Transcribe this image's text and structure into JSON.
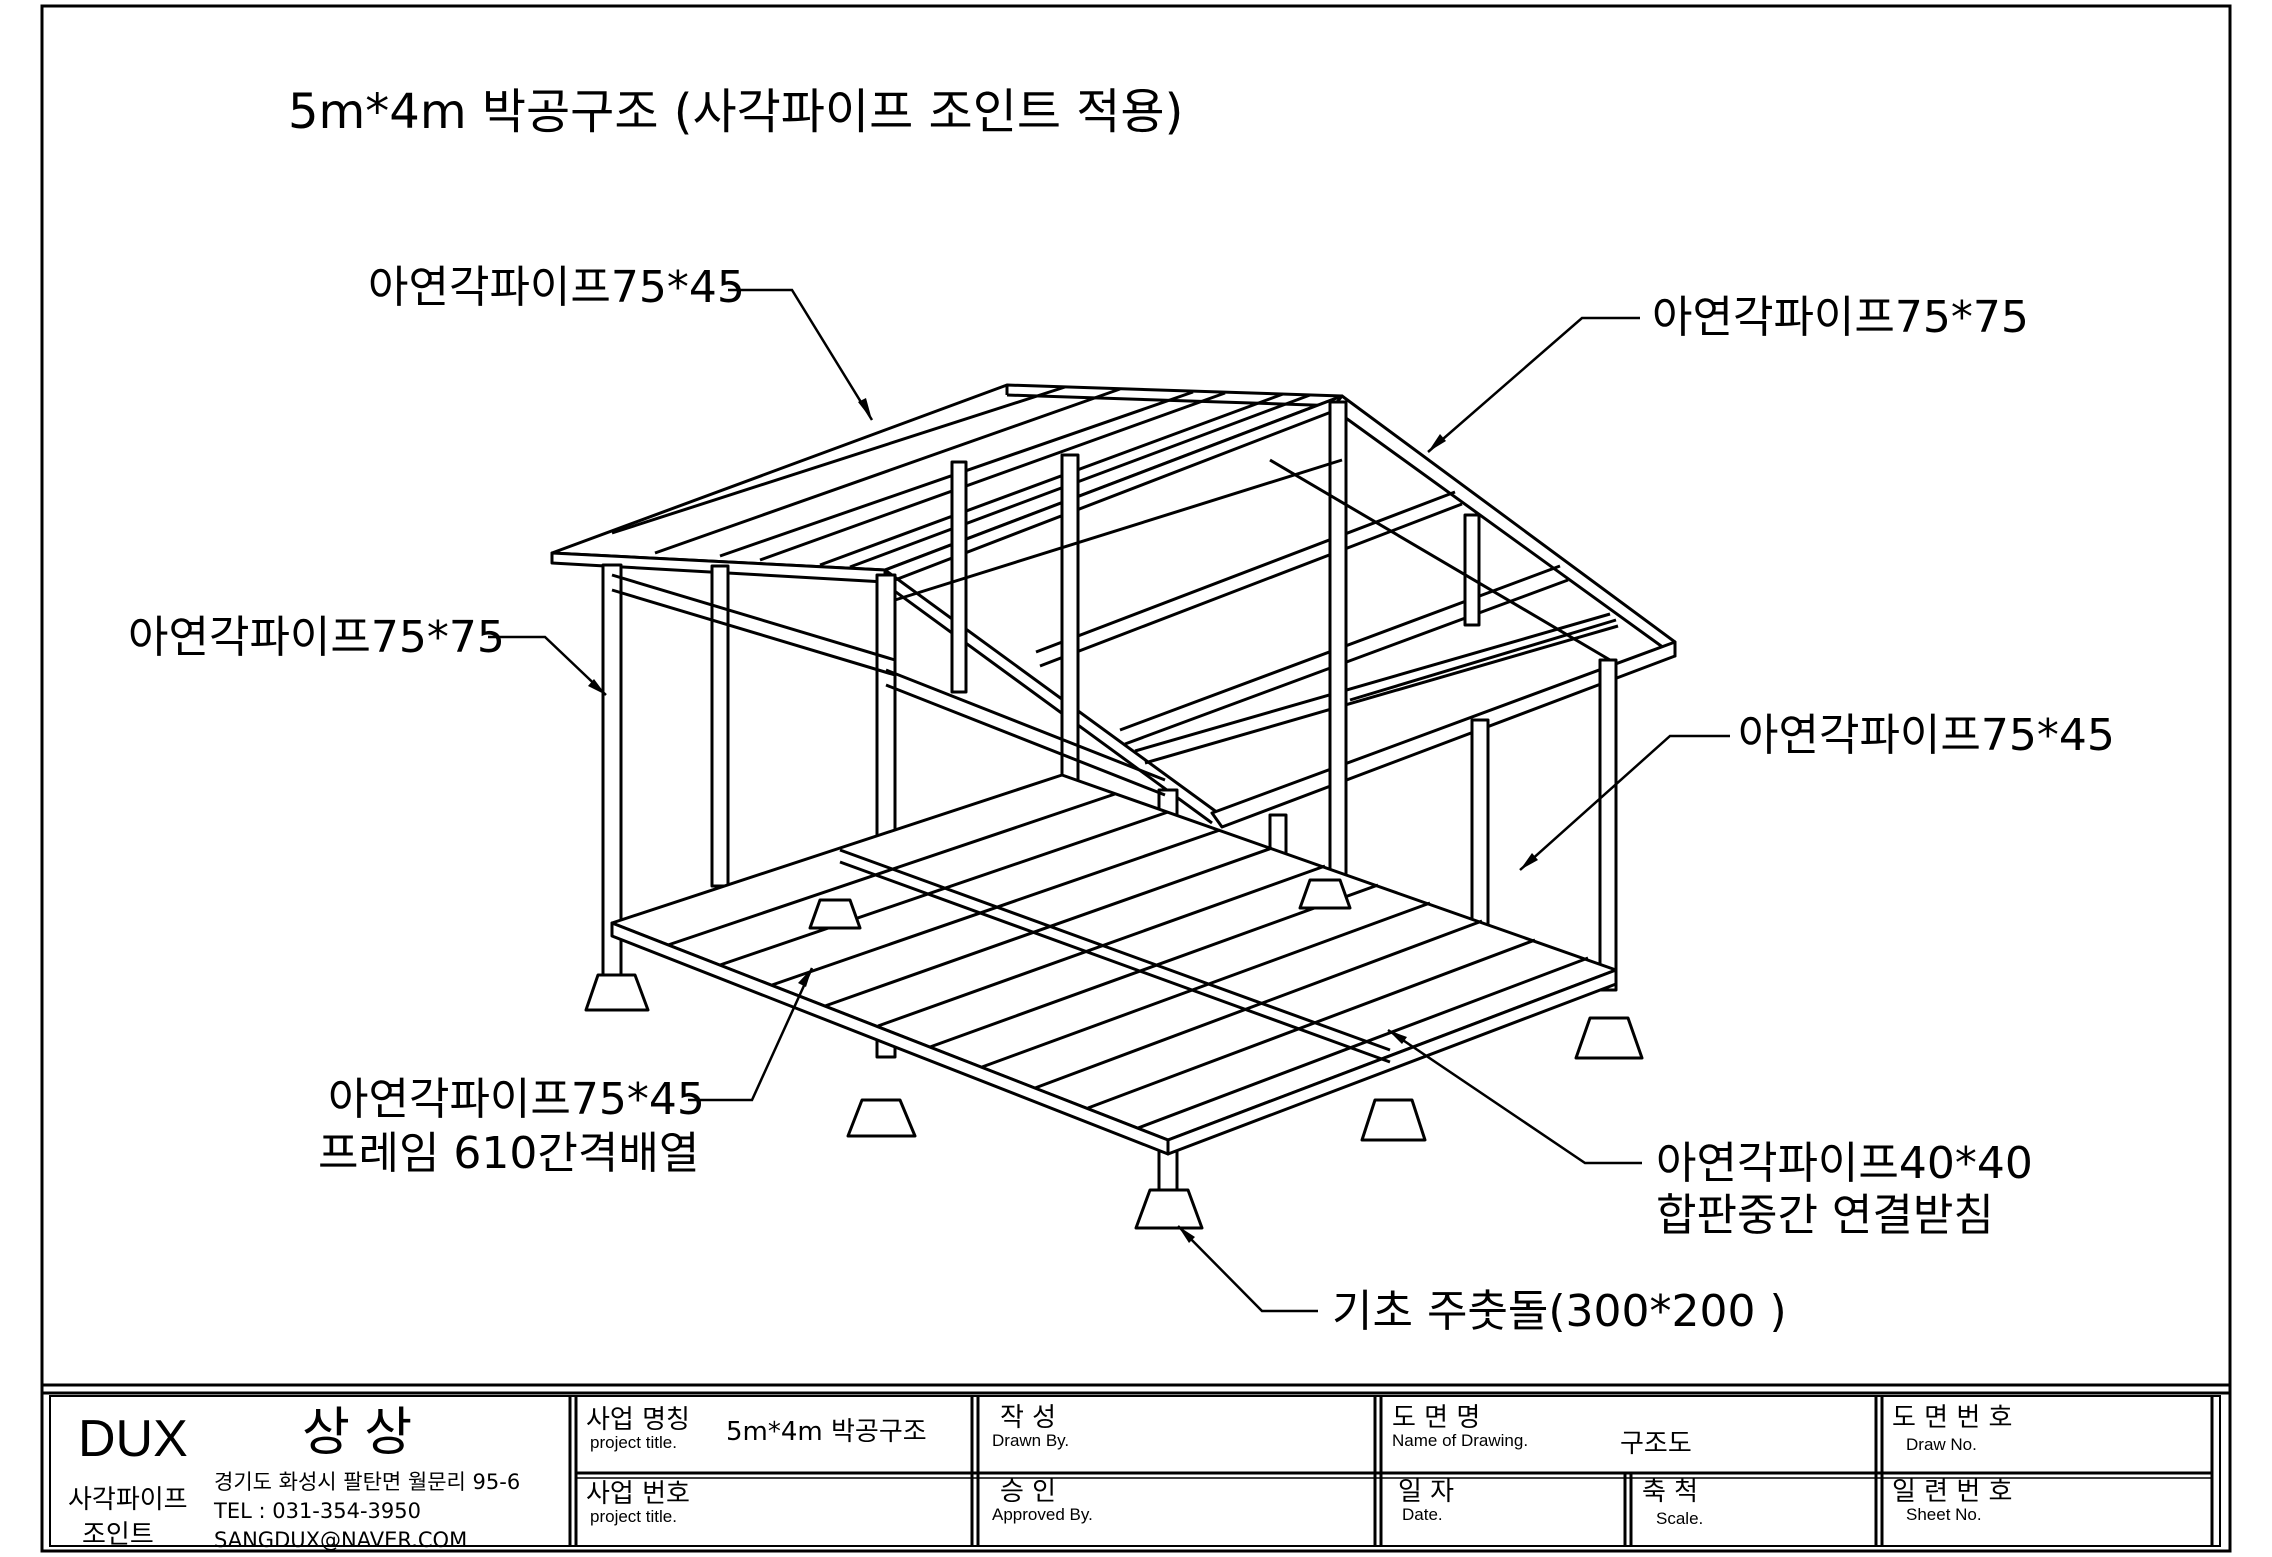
{
  "drawing": {
    "title": "5m*4m 박공구조  (사각파이프 조인트 적용)",
    "callouts": [
      {
        "id": "rafter-top",
        "text": "아연각파이프75*45"
      },
      {
        "id": "gable-right",
        "text": "아연각파이프75*75"
      },
      {
        "id": "post-left",
        "text": "아연각파이프75*75"
      },
      {
        "id": "post-right",
        "text": "아연각파이프75*45"
      },
      {
        "id": "floor-frame",
        "text": "아연각파이프75*45",
        "text2": "프레임 610간격배열"
      },
      {
        "id": "mid-support",
        "text": "아연각파이프40*40",
        "text2": "합판중간 연결받침"
      },
      {
        "id": "foundation",
        "text": "기초 주춧돌(300*200 )"
      }
    ]
  },
  "title_block": {
    "company": {
      "logo": "DUX",
      "name": "상 상",
      "subtitle_line1": "사각파이프",
      "subtitle_line2": "조인트",
      "address": "경기도 화성시 팔탄면 월문리 95-6",
      "tel": "TEL : 031-354-3950",
      "email": "SANGDUX@NAVER.COM"
    },
    "project_name": {
      "label_ko": "사업 명칭",
      "label_en": "project title.",
      "value": "5m*4m 박공구조"
    },
    "project_no": {
      "label_ko": "사업 번호",
      "label_en": "project title.",
      "value": ""
    },
    "drawn_by": {
      "label_ko": "작   성",
      "label_en": "Drawn By.",
      "value": ""
    },
    "approved_by": {
      "label_ko": "승   인",
      "label_en": "Approved By.",
      "value": ""
    },
    "drawing_name": {
      "label_ko": "도  면  명",
      "label_en": "Name of Drawing.",
      "value": "구조도"
    },
    "date": {
      "label_ko": "일  자",
      "label_en": "Date.",
      "value": ""
    },
    "scale": {
      "label_ko": "축  척",
      "label_en": "Scale.",
      "value": ""
    },
    "draw_no": {
      "label_ko": "도 면 번 호",
      "label_en": "Draw No.",
      "value": ""
    },
    "sheet_no": {
      "label_ko": "일 련 번 호",
      "label_en": "Sheet No.",
      "value": ""
    }
  }
}
